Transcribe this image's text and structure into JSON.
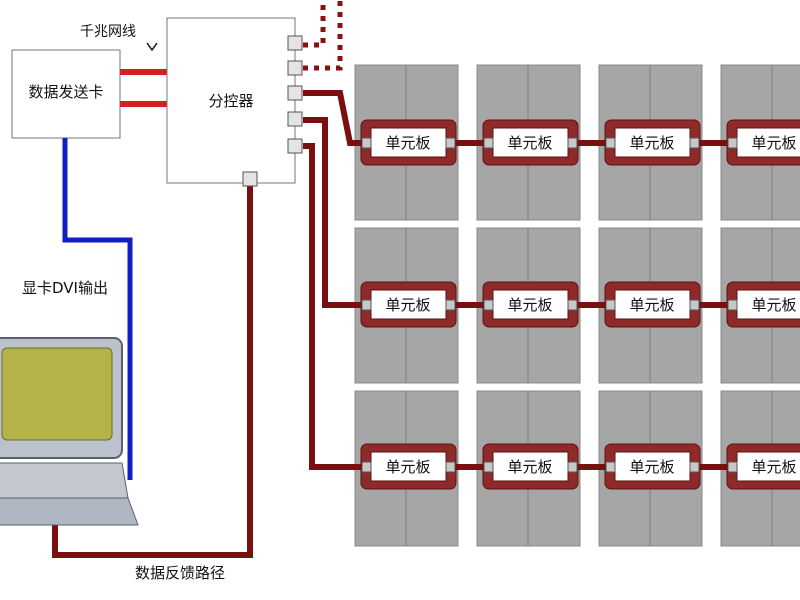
{
  "labels": {
    "gigabit_cable": "千兆网线",
    "sender_card": "数据发送卡",
    "controller": "分控器",
    "gpu_output": "显卡DVI输出",
    "feedback_path": "数据反馈路径",
    "unit_board": "单元板"
  },
  "colors": {
    "data_line": "#7a0f0f",
    "dvi_line": "#1020c0",
    "gigabit_line": "#d42020",
    "board_fill": "#8e2a2a",
    "panel_fill": "#a6a6a6",
    "screen_fill": "#b3b34a"
  },
  "icons": [
    "computer-icon",
    "port-icon"
  ]
}
